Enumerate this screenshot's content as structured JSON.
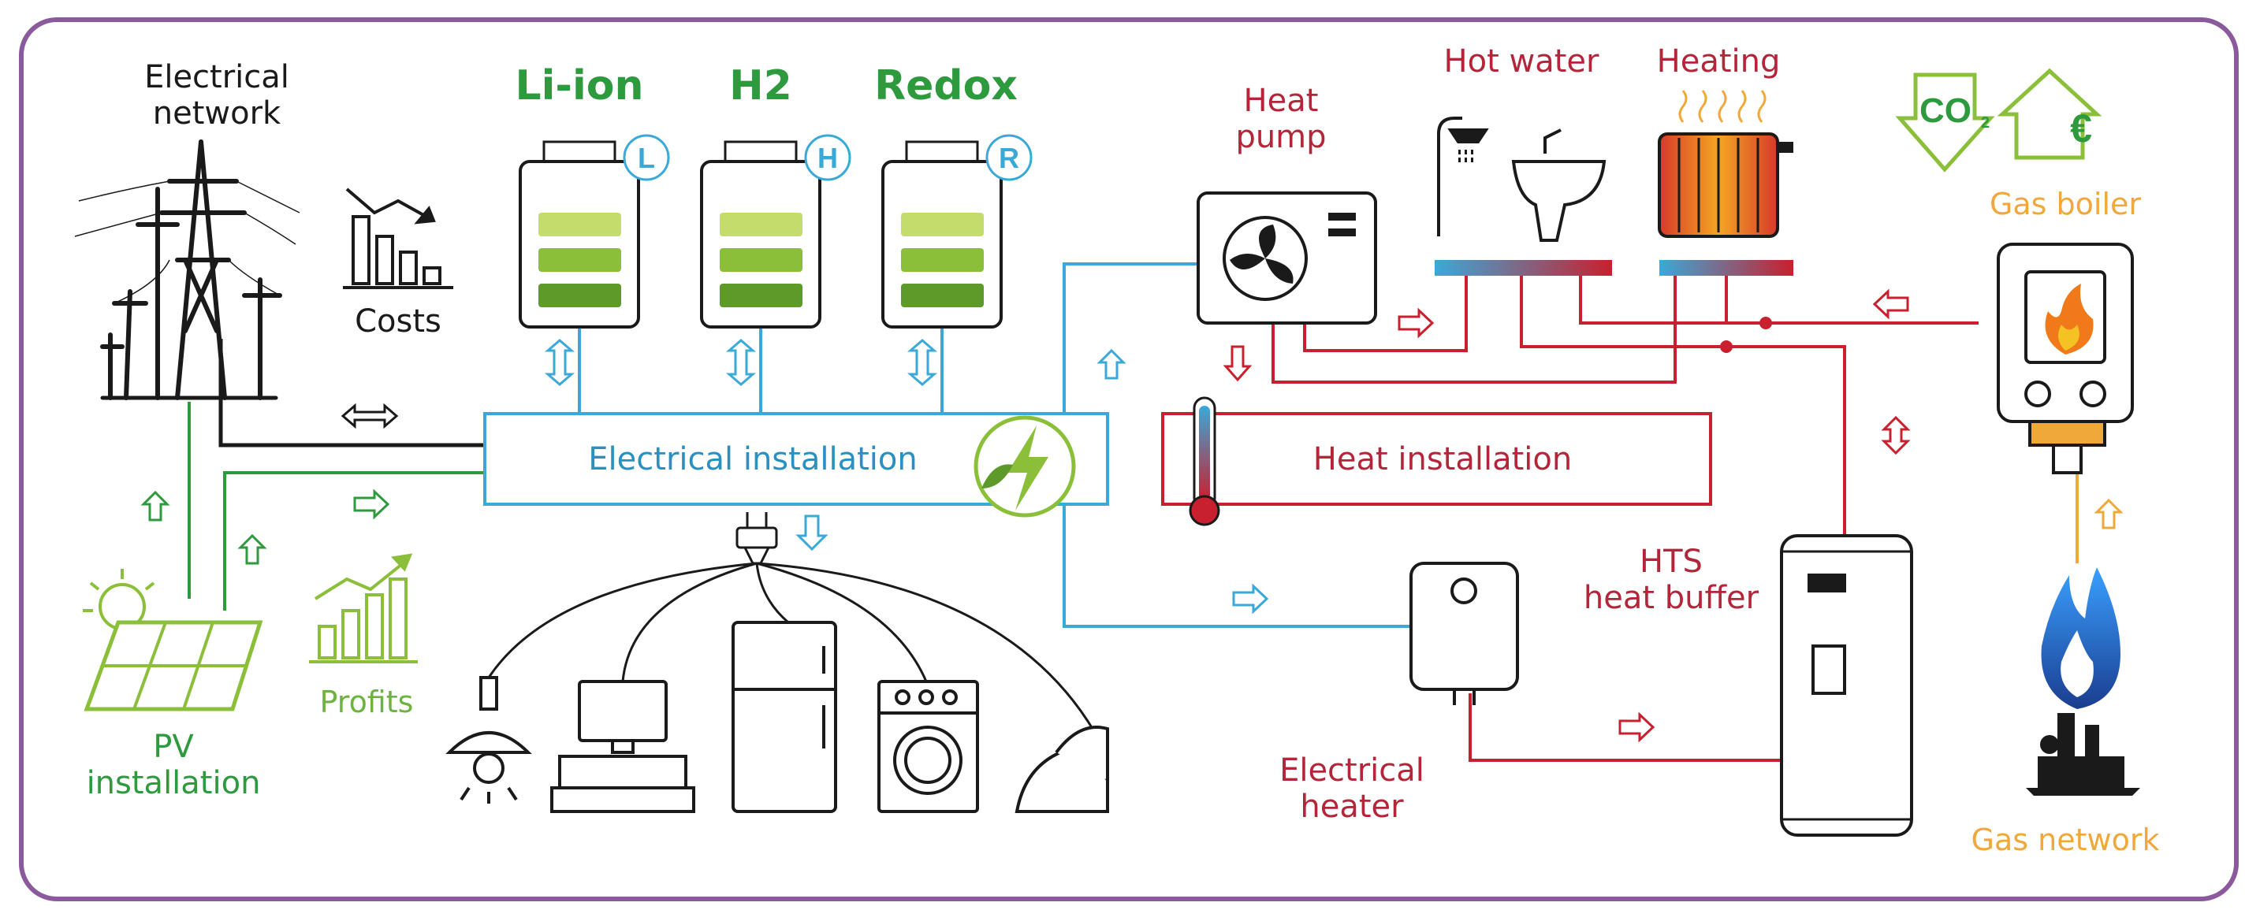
{
  "labels": {
    "electrical_network": "Electrical\nnetwork",
    "costs": "Costs",
    "li_ion": "Li-ion",
    "h2": "H2",
    "redox": "Redox",
    "heat_pump": "Heat\npump",
    "hot_water": "Hot water",
    "heating": "Heating",
    "gas_boiler": "Gas boiler",
    "electrical_installation": "Electrical installation",
    "heat_installation": "Heat installation",
    "pv_installation": "PV\ninstallation",
    "profits": "Profits",
    "hts_heat_buffer": "HTS\nheat buffer",
    "electrical_heater": "Electrical\nheater",
    "gas_network": "Gas network",
    "co2_symbol": "CO",
    "co2_subscript": "2",
    "euro_symbol": "€"
  },
  "battery_badges": {
    "li_ion": "L",
    "h2": "H",
    "redox": "R"
  },
  "icons": {
    "electrical_network": "power-pylon-icon",
    "costs": "costs-down-chart-icon",
    "profits": "profits-up-chart-icon",
    "pv": "solar-panel-icon",
    "heat_pump": "heat-pump-fan-icon",
    "hot_water": "shower-sink-icon",
    "heating": "radiator-icon",
    "gas_boiler": "gas-boiler-icon",
    "gas_network": "gas-flame-icon",
    "hts": "heat-buffer-tank-icon",
    "heater": "electric-water-heater-icon",
    "thermometer": "thermometer-icon",
    "lightning": "green-lightning-icon",
    "plug": "power-plug-icon"
  },
  "colors": {
    "frame": "#8b5a9c",
    "electric": "#3aa9d8",
    "heat": "#c8202e",
    "pv": "#2e9a3e",
    "gas": "#f0a83a",
    "battery_cell": "#8bbf3a",
    "grid": "#1a1a1a"
  }
}
